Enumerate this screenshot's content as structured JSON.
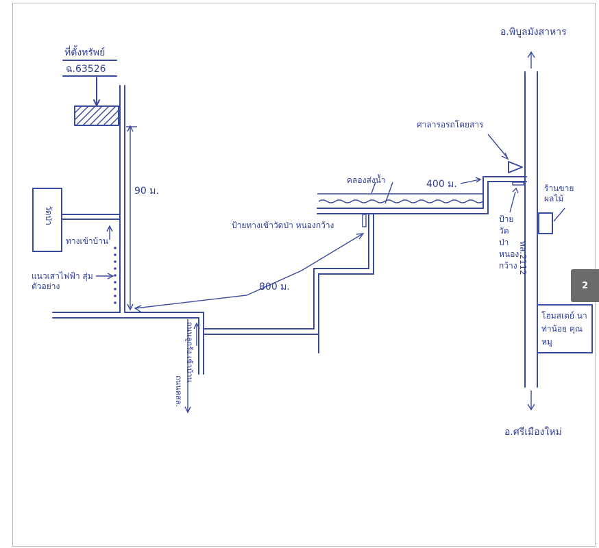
{
  "labels": {
    "property": "ที่ตั้งทรัพย์",
    "deed_no": "ฉ.63526",
    "temple": "วัดป่า",
    "village_entrance": "ทางเข้าบ้าน",
    "power_pole_line": "แนวเสาไฟฟ้า สุ่มตัวอย่าง",
    "dist_90": "90 ม.",
    "dist_800": "800 ม.",
    "dist_400": "400 ม.",
    "irrigation_canal": "คลองส่งน้ำ",
    "bus_shelter": "ศาลารอรถโดยสาร",
    "sign_wat_pa_nong_kwang": "ป้ายทางเข้าวัดป่า หนองกว้าง",
    "sign_short": "ป้าย วัด ป่า หนอง กว้าง",
    "fruit_shop": "ร้านขาย ผลไม้",
    "highway": "ทล.2112",
    "homestay": "โฮมสเตย์ นาท่าน้อย คุณหมู",
    "north_destination": "อ.พิบูลมังสาหาร",
    "south_destination": "อ.ศรีเมืองใหม่",
    "side_road": "ถนนลูกรัง เข้าบ้าน",
    "bottom_side_road": "ถนนคสล."
  },
  "page_badge": "2",
  "colors": {
    "ink": "#3a4a9a",
    "badge": "#6b6b6b"
  }
}
